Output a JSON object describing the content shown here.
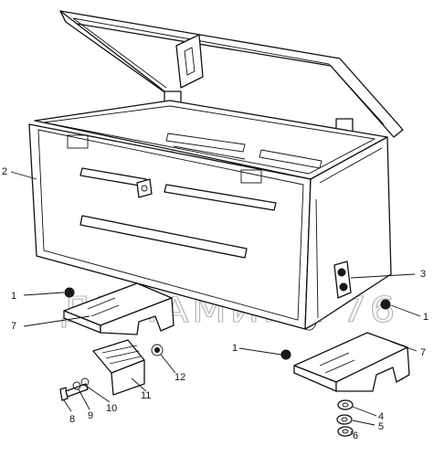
{
  "watermark": {
    "text": "ДИНАМИКА 76"
  },
  "labels": {
    "l1a": "1",
    "l1b": "1",
    "l1c": "1",
    "l2": "2",
    "l3": "3",
    "l4": "4",
    "l5": "5",
    "l6": "6",
    "l7a": "7",
    "l7b": "7",
    "l8": "8",
    "l9": "9",
    "l10": "10",
    "l11": "11",
    "l12": "12"
  },
  "colors": {
    "line": "#111111",
    "watermark": "#b8b8b8",
    "background": "#ffffff"
  }
}
